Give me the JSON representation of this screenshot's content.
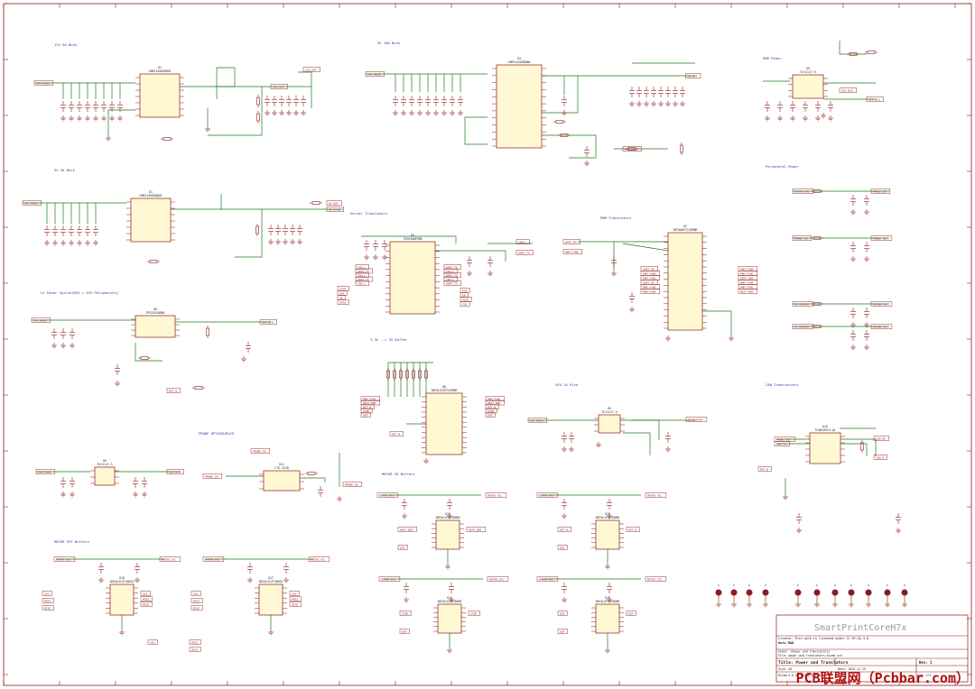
{
  "colors": {
    "border": "#8a1c1c",
    "wire": "#1e7a1e",
    "comp": "#8c1c1c",
    "fill": "#fff8d2",
    "label": "#3040a0",
    "text": "#222222",
    "net": "#8c1c1c",
    "watermark": "#b01010"
  },
  "sections": [
    {
      "id": "s12v",
      "label": "12V 5A Buck"
    },
    {
      "id": "s5vb",
      "label": "5V 5A Buck"
    },
    {
      "id": "s5v10",
      "label": "5V 10A Buck"
    },
    {
      "id": "spwr",
      "label": "PWR Power"
    },
    {
      "id": "sper",
      "label": "Peripheral Power"
    },
    {
      "id": "sser",
      "label": "Serial Translators"
    },
    {
      "id": "spwm",
      "label": "PWM Translators"
    },
    {
      "id": "ssw",
      "label": "LV Power Switch(MCU + 3V3 Peripherals)"
    },
    {
      "id": "s33",
      "label": "3.3V --> 5V Buffer"
    },
    {
      "id": "s5v1a",
      "label": "5V0 1A Pico"
    },
    {
      "id": "scan",
      "label": "CAN Transceivers"
    },
    {
      "id": "sopto",
      "label": "PROBE OPTOCOUPLER"
    },
    {
      "id": "smio",
      "label": "MOTOR IO Buffers"
    },
    {
      "id": "sspi",
      "label": "MOTOR SPI Buffers"
    }
  ],
  "ics": [
    {
      "ref": "U1",
      "value": "LMR51450SDDCR"
    },
    {
      "ref": "U2",
      "value": "LMR51450SDDCR"
    },
    {
      "ref": "U3",
      "value": "LMR51440SDDAR"
    },
    {
      "ref": "U4",
      "value": "TLV76733DRV"
    },
    {
      "ref": "U5",
      "value": "TXS0108EPWR"
    },
    {
      "ref": "U6",
      "value": "SN74LVC8T245PWR"
    },
    {
      "ref": "U7",
      "value": "SN74AHCT245PWR"
    },
    {
      "ref": "U8",
      "value": "TPS22918DBV"
    },
    {
      "ref": "U9",
      "value": "TLV1117-5"
    },
    {
      "ref": "U10",
      "value": "TCAN1051V-Q1"
    },
    {
      "ref": "U11",
      "value": "LTV-3120"
    },
    {
      "ref": "U12",
      "value": "SN74LVC1T45DBV"
    },
    {
      "ref": "U13",
      "value": "SN74LVC1T45DBV"
    },
    {
      "ref": "U14",
      "value": "SN74LVC1T45DBV"
    },
    {
      "ref": "U15",
      "value": "SN74LVC1T45DBV"
    },
    {
      "ref": "U16",
      "value": "SN74LVC2T45DCU"
    },
    {
      "ref": "U17",
      "value": "SN74LVC2T45DCU"
    }
  ],
  "nets": [
    "PGND_RLY",
    "24V_MAIN",
    "12V_OUT",
    "5V_OUT",
    "5V_HFAN",
    "PWR_HEAT",
    "3V3_MCU",
    "5V_PERIPH",
    "MOTOR_VCC",
    "PROBE_IN",
    "PROBE_OUT",
    "CAN_TX",
    "CAN_RX",
    "CAN_H",
    "CAN_L",
    "UART_TX",
    "UART_RX",
    "PWM_FAN0",
    "PWM_FAN1",
    "HEAT_BED",
    "RST_N",
    "STEP",
    "DIR",
    "EN",
    "DIAG",
    "SCK",
    "MOSI",
    "MISO",
    "CS"
  ],
  "title_block": {
    "company": "SmartPrintCoreH7x",
    "license": "License: This work is licensed under CC BY-SA 4.0",
    "author": "Gutz R&D",
    "sheet": "Sheet: /Power and Translators/",
    "file": "File: power_and_translators.kicad_sch",
    "title": "Title: Power and Translators",
    "size": "Size: A3",
    "date": "Date: 2024-11-19",
    "kicad": "KiCad E.D.A. 8.0.6-1.fc40",
    "rev": "Rev: 1",
    "id": "Id: 2/3"
  },
  "watermark": "PCB联盟网（Pcbbar.com）"
}
